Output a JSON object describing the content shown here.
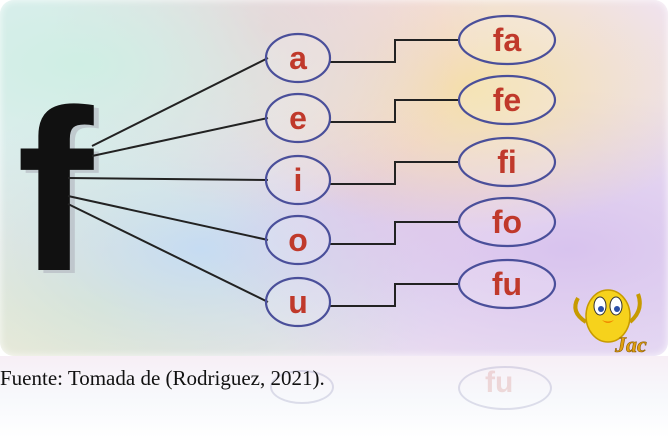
{
  "diagram": {
    "root_letter": "f",
    "vowels": [
      "a",
      "e",
      "i",
      "o",
      "u"
    ],
    "syllables": [
      "fa",
      "fe",
      "fi",
      "fo",
      "fu"
    ],
    "colors": {
      "letter": "#111111",
      "node_text": "#c0392b",
      "node_border": "#4a4f9a",
      "line": "#222222"
    },
    "mascot_icon": "tweety-bird-icon",
    "watermark": "Jac"
  },
  "caption": "Fuente: Tomada de (Rodriguez, 2021).",
  "reflection": {
    "ghost_text": "fu"
  }
}
